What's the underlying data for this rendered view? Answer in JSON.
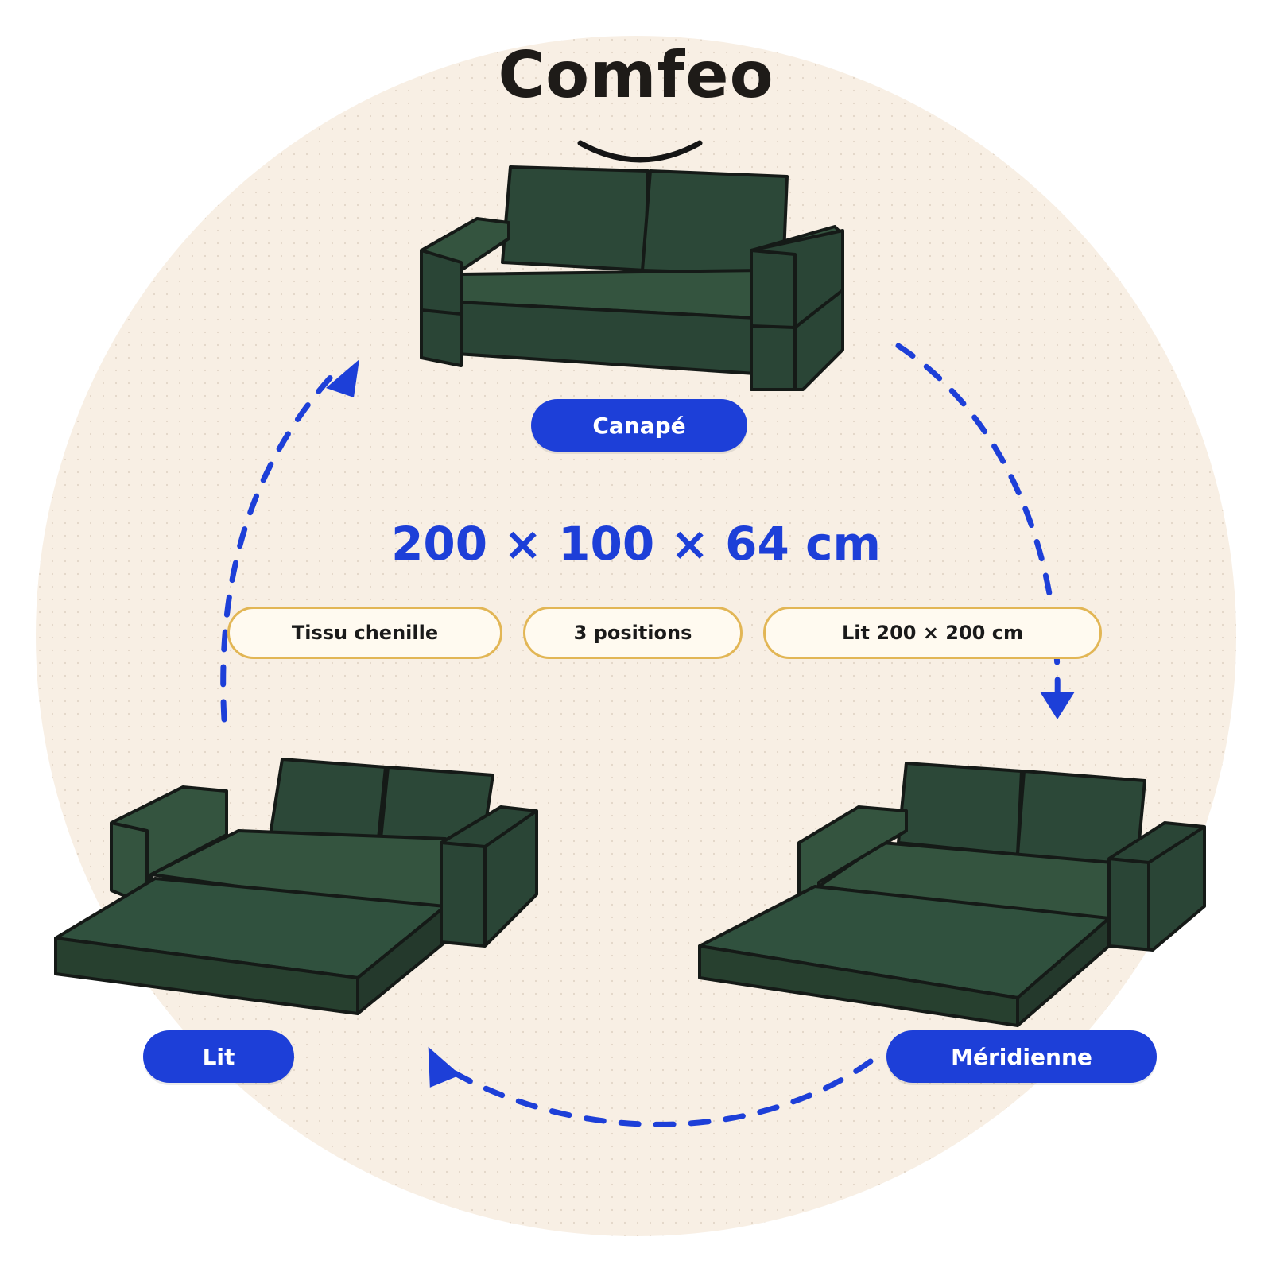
{
  "brand": "Comfeo",
  "dimensions": "200 × 100 × 64 cm",
  "modes": {
    "canape": "Canapé",
    "meridienne": "Méridienne",
    "lit": "Lit"
  },
  "features": [
    "Tissu chenille",
    "3 positions",
    "Lit 200 × 200 cm"
  ],
  "icons": {
    "smile": "smile-arc-icon",
    "arrow": "dashed-cycle-arrow-icon"
  },
  "colors": {
    "background_circle": "#f8efe4",
    "accent_blue": "#1d3fd8",
    "sofa_green": "#2f4d3c",
    "sofa_outline": "#151a17",
    "tag_border": "#e2b655",
    "tag_fill": "#fffaf0"
  }
}
